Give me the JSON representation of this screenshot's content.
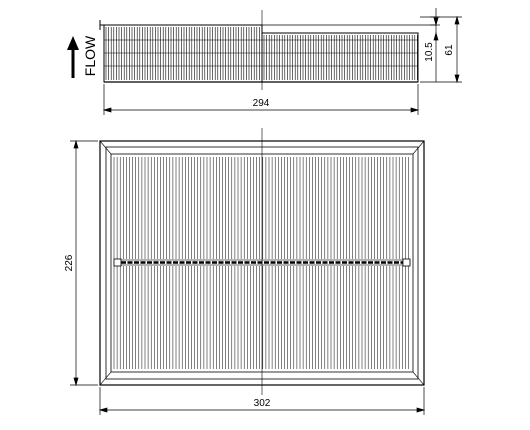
{
  "labels": {
    "flow": "FLOW",
    "side_length": "294",
    "total_height": "61",
    "step_height": "10.5",
    "plan_height": "226",
    "plan_width": "302"
  },
  "colors": {
    "line": "#000000",
    "background": "#ffffff"
  },
  "icons": {
    "flow_arrow": "arrow-up-icon"
  }
}
